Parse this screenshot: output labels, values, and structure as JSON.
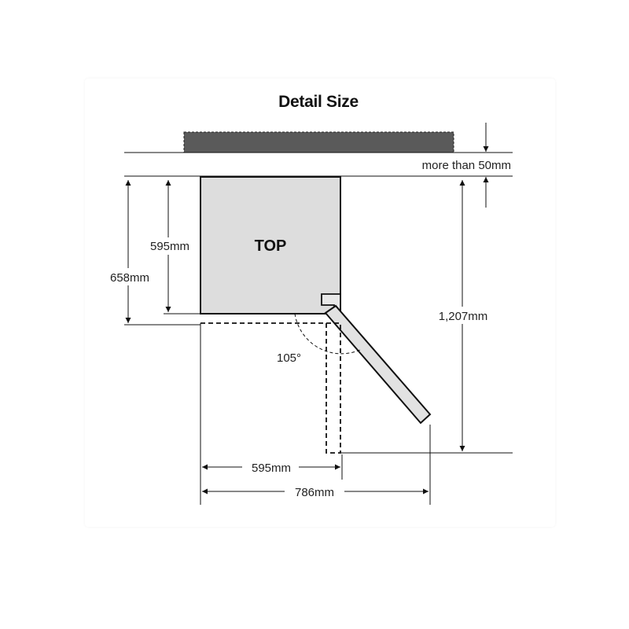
{
  "title": "Detail Size",
  "labels": {
    "clearance": "more than 50mm",
    "top": "TOP",
    "depth_body": "595mm",
    "depth_total": "658mm",
    "door_open_depth": "1,207mm",
    "angle": "105°",
    "width_body": "595mm",
    "width_door_open": "786mm"
  },
  "colors": {
    "cabinet": "#5a5a5a",
    "body_fill": "#dddddd",
    "door_fill": "#e2e2e2",
    "stroke": "#111111"
  }
}
